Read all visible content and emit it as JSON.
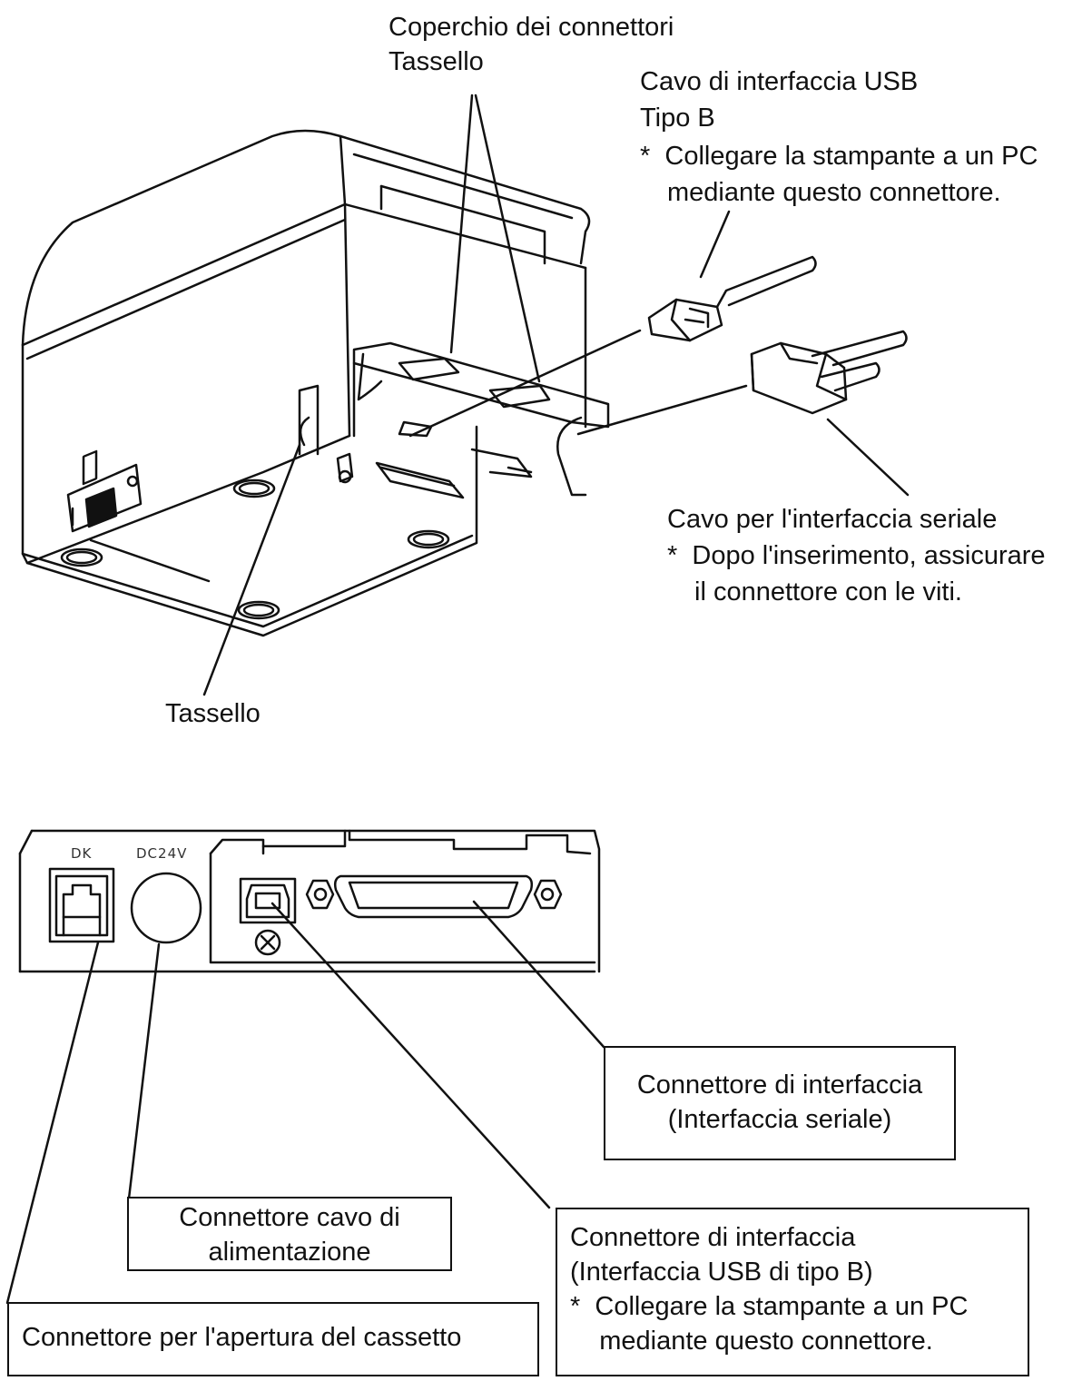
{
  "top_labels": {
    "coperchio": "Coperchio dei connettori",
    "tassello_top": "Tassello",
    "usb_cable": "Cavo di interfaccia USB",
    "usb_type": "Tipo B",
    "usb_note_1": "*  Collegare la stampante a un PC",
    "usb_note_2": "mediante questo connettore.",
    "serial_cable": "Cavo per l'interfaccia seriale",
    "serial_note_1": "*  Dopo l'inserimento, assicurare",
    "serial_note_2": "il connettore con le viti.",
    "tassello_bottom": "Tassello"
  },
  "panel_labels": {
    "dk": "DK",
    "dc24v": "DC24V"
  },
  "callouts": {
    "serial_connector": [
      "Connettore di interfaccia",
      "(Interfaccia seriale)"
    ],
    "power_connector": [
      "Connettore cavo di",
      "alimentazione"
    ],
    "usb_connector": [
      "Connettore di interfaccia",
      "(Interfaccia USB di tipo B)",
      "*  Collegare la stampante a un PC",
      "    mediante questo connettore."
    ],
    "drawer_connector": [
      "Connettore per l'apertura del cassetto"
    ]
  }
}
